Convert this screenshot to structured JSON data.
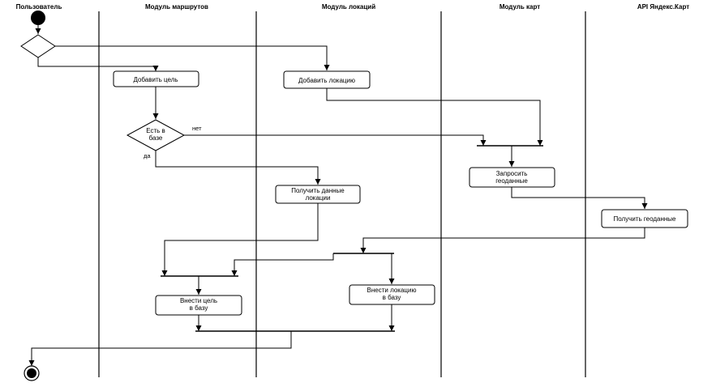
{
  "lanes": [
    {
      "id": "user",
      "title": "Пользователь"
    },
    {
      "id": "routes",
      "title": "Модуль маршрутов"
    },
    {
      "id": "locations",
      "title": "Модуль локаций"
    },
    {
      "id": "maps",
      "title": "Модуль карт"
    },
    {
      "id": "yandex",
      "title": "API Яндекс.Карт"
    }
  ],
  "nodes": {
    "add_goal": {
      "lines": [
        "Добавить цель"
      ]
    },
    "add_location": {
      "lines": [
        "Добавить локацию"
      ]
    },
    "in_db": {
      "lines": [
        "Есть в",
        "базе"
      ]
    },
    "get_location_data": {
      "lines": [
        "Получить данные",
        "локации"
      ]
    },
    "request_geo": {
      "lines": [
        "Запросить",
        "геоданные"
      ]
    },
    "get_geo": {
      "lines": [
        "Получить геоданные"
      ]
    },
    "save_location": {
      "lines": [
        "Внести локацию",
        "в базу"
      ]
    },
    "save_goal": {
      "lines": [
        "Внести цель",
        "в базу"
      ]
    }
  },
  "edge_labels": {
    "no": "нет",
    "yes": "да"
  }
}
